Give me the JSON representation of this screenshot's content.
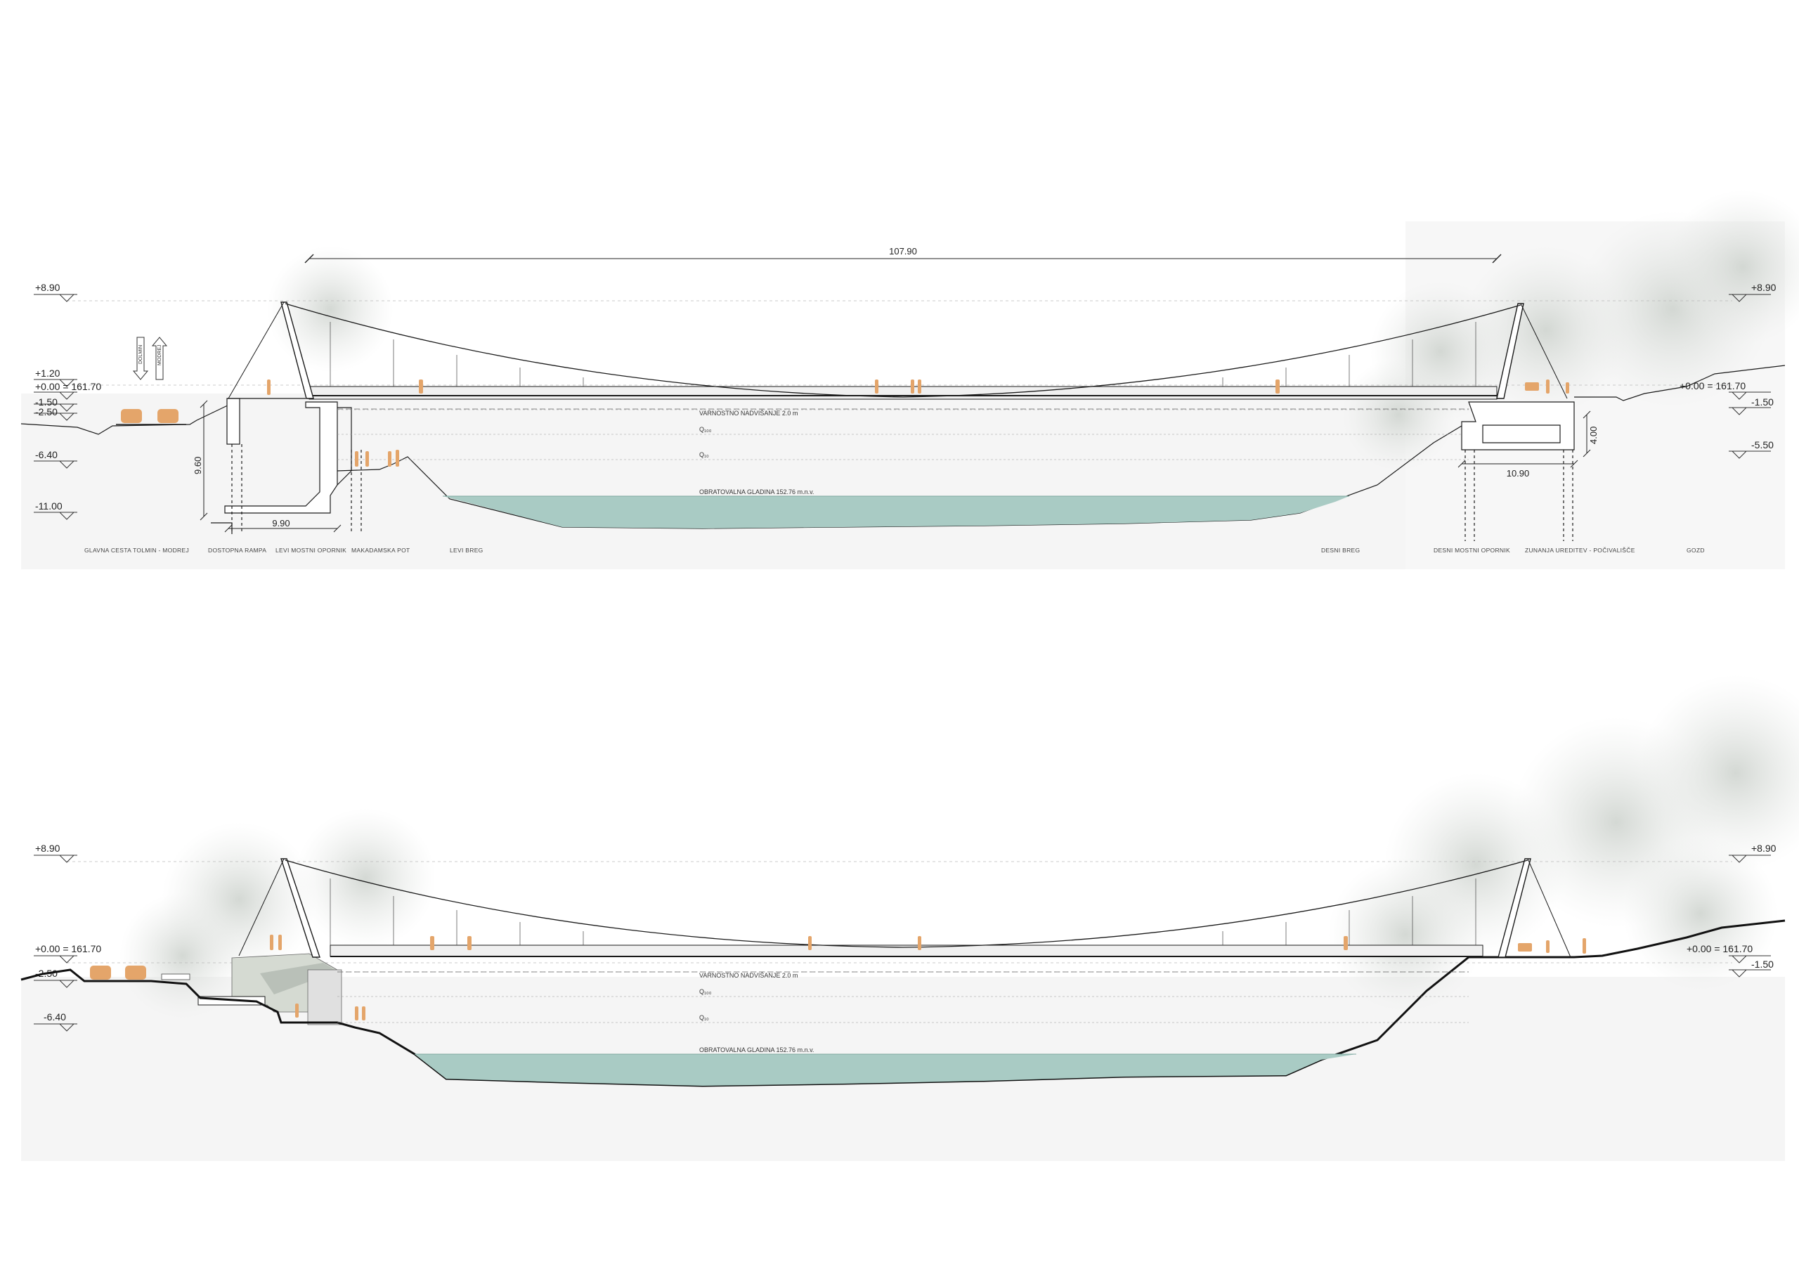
{
  "colors": {
    "water": "#a9cbc4",
    "figure": "#e4a56a",
    "ground_fill": "#efefef",
    "tree": "#d7dbd7",
    "line": "#1a1a1a"
  },
  "top_section": {
    "span_dimension": "107.90",
    "levels_left": [
      "+8.90",
      "+1.20",
      "+0.00 = 161.70",
      "-1.50",
      "-2.50",
      "-6.40",
      "-11.00"
    ],
    "levels_right": [
      "+8.90",
      "+0.00 = 161.70",
      "-1.50",
      "-5.50"
    ],
    "dim_left_height": "9.60",
    "dim_left_width": "9.90",
    "dim_right_height": "4.00",
    "dim_right_width": "10.90",
    "water_labels": {
      "clearance": "VARNOSTNO NADVIŠANJE 2.0 m",
      "q100": "Q₁₀₀",
      "q10": "Q₁₀",
      "operating": "OBRATOVALNA GLADINA 152.76 m.n.v."
    },
    "road_arrows": [
      "DOLMIN",
      "MODREJ"
    ],
    "zone_labels": [
      "GLAVNA CESTA TOLMIN - MODREJ",
      "DOSTOPNA RAMPA",
      "LEVI MOSTNI OPORNIK",
      "MAKADAMSKA POT",
      "LEVI BREG",
      "DESNI BREG",
      "DESNI MOSTNI OPORNIK",
      "ZUNANJA UREDITEV - POČIVALIŠČE",
      "GOZD"
    ]
  },
  "bottom_section": {
    "levels_left": [
      "+8.90",
      "+0.00 = 161.70",
      "-2.50",
      "-6.40"
    ],
    "levels_right": [
      "+8.90",
      "+0.00 = 161.70",
      "-1.50"
    ],
    "water_labels": {
      "clearance": "VARNOSTNO NADVIŠANJE 2.0 m",
      "q100": "Q₁₀₀",
      "q10": "Q₁₀",
      "operating": "OBRATOVALNA GLADINA 152.76 m.n.v."
    }
  }
}
